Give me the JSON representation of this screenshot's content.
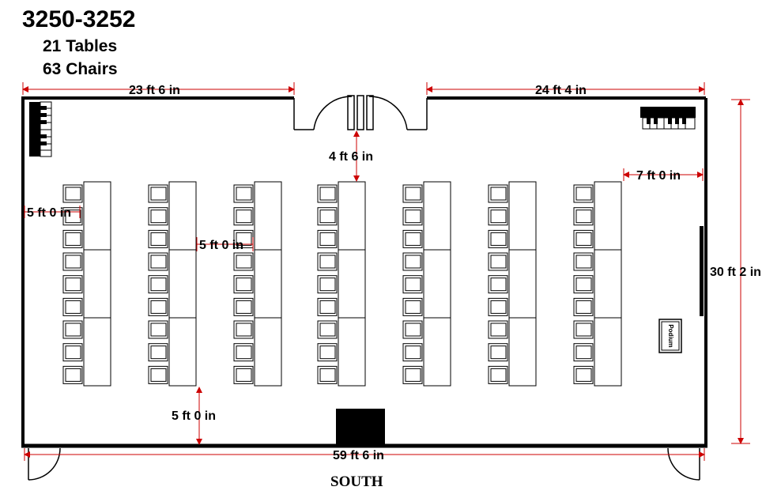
{
  "header": {
    "room": "3250-3252",
    "tables": "21 Tables",
    "chairs": "63 Chairs"
  },
  "dimensions": {
    "top_left": "23 ft  6 in",
    "top_right": "24 ft  4 in",
    "front_gap": "4 ft  6 in",
    "podium_gap": "7 ft  0 in",
    "left_aisle": "5 ft  0 in",
    "column_aisle": "5 ft  0 in",
    "room_depth": "30 ft  2 in",
    "back_gap": "5 ft  0 in",
    "room_width": "59 ft  6 in"
  },
  "labels": {
    "south": "SOUTH",
    "podium": "Podium"
  },
  "colors": {
    "wall": "#000000",
    "dimension": "#cc0000"
  },
  "layout": {
    "columns": 7,
    "tables_per_column": 3,
    "chairs_per_table": 3
  }
}
